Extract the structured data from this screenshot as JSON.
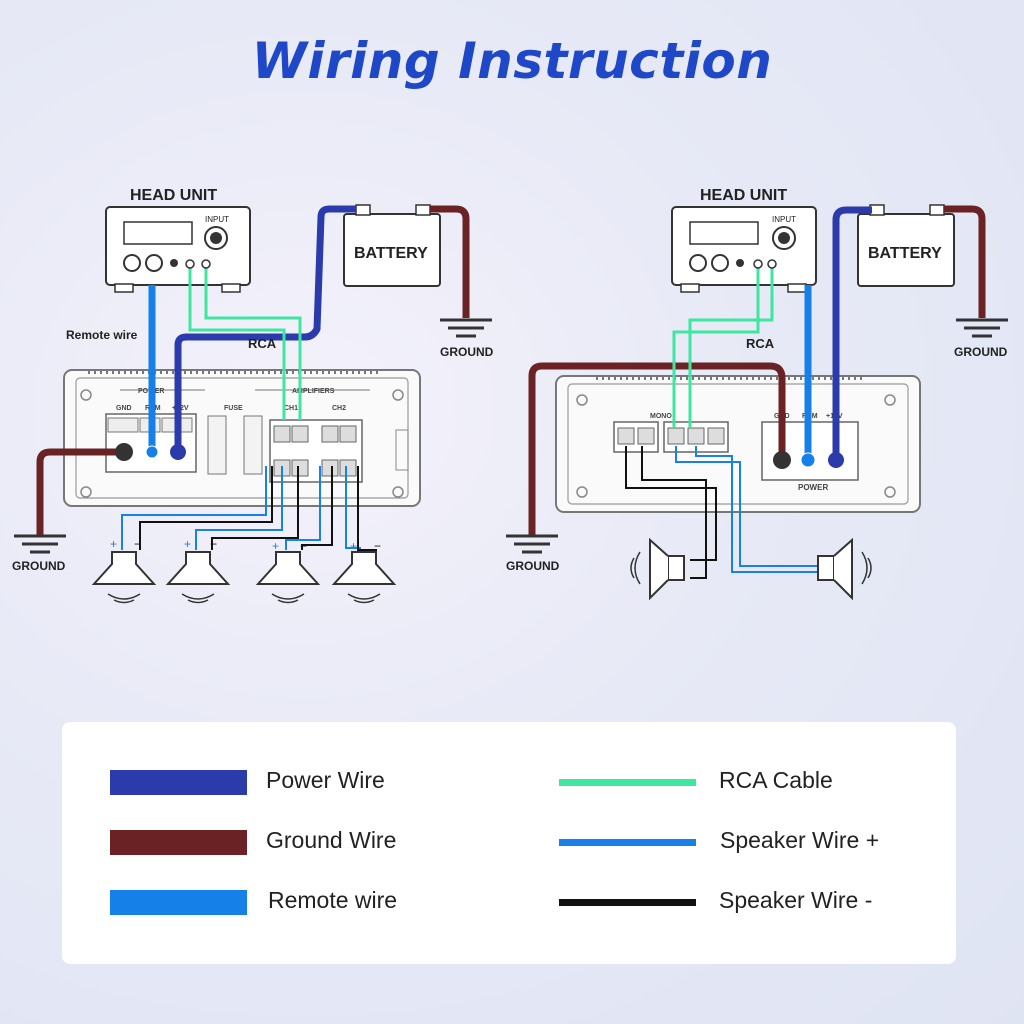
{
  "title": "Wiring Instruction",
  "colors": {
    "title": "#1f48c8",
    "power_wire": "#2b3bab",
    "ground_wire": "#6a2224",
    "remote_wire": "#1580e8",
    "rca_cable": "#3ee6a0",
    "speaker_plus": "#1880e6",
    "speaker_minus": "#111111"
  },
  "left_diagram": {
    "head_unit": "HEAD UNIT",
    "head_unit_input": "INPUT",
    "battery": "BATTERY",
    "ground_battery": "GROUND",
    "ground_amp": "GROUND",
    "remote_wire_label": "Remote wire",
    "rca_label": "RCA",
    "amp_power": "POWER",
    "amp_gnd": "GND",
    "amp_rem": "REM",
    "amp_12v": "+12V",
    "amp_fuse": "FUSE",
    "amp_amplifiers": "AMPLIFIERS",
    "amp_ch1": "CH1",
    "amp_ch2": "CH2"
  },
  "right_diagram": {
    "head_unit": "HEAD UNIT",
    "head_unit_input": "INPUT",
    "battery": "BATTERY",
    "ground_battery": "GROUND",
    "ground_amp": "GROUND",
    "rca_label": "RCA",
    "amp_mono": "MONO",
    "amp_gnd": "GND",
    "amp_rem": "REM",
    "amp_12v": "+12V",
    "amp_power": "POWER"
  },
  "legend": [
    {
      "label": "Power Wire",
      "color": "#2b3bab",
      "style": "box"
    },
    {
      "label": "Ground Wire",
      "color": "#6a2224",
      "style": "box"
    },
    {
      "label": "Remote wire",
      "color": "#1580e8",
      "style": "box"
    },
    {
      "label": "RCA Cable",
      "color": "#3ee6a0",
      "style": "line"
    },
    {
      "label": "Speaker Wire +",
      "color": "#1880e6",
      "style": "line"
    },
    {
      "label": "Speaker Wire -",
      "color": "#111111",
      "style": "line"
    }
  ]
}
